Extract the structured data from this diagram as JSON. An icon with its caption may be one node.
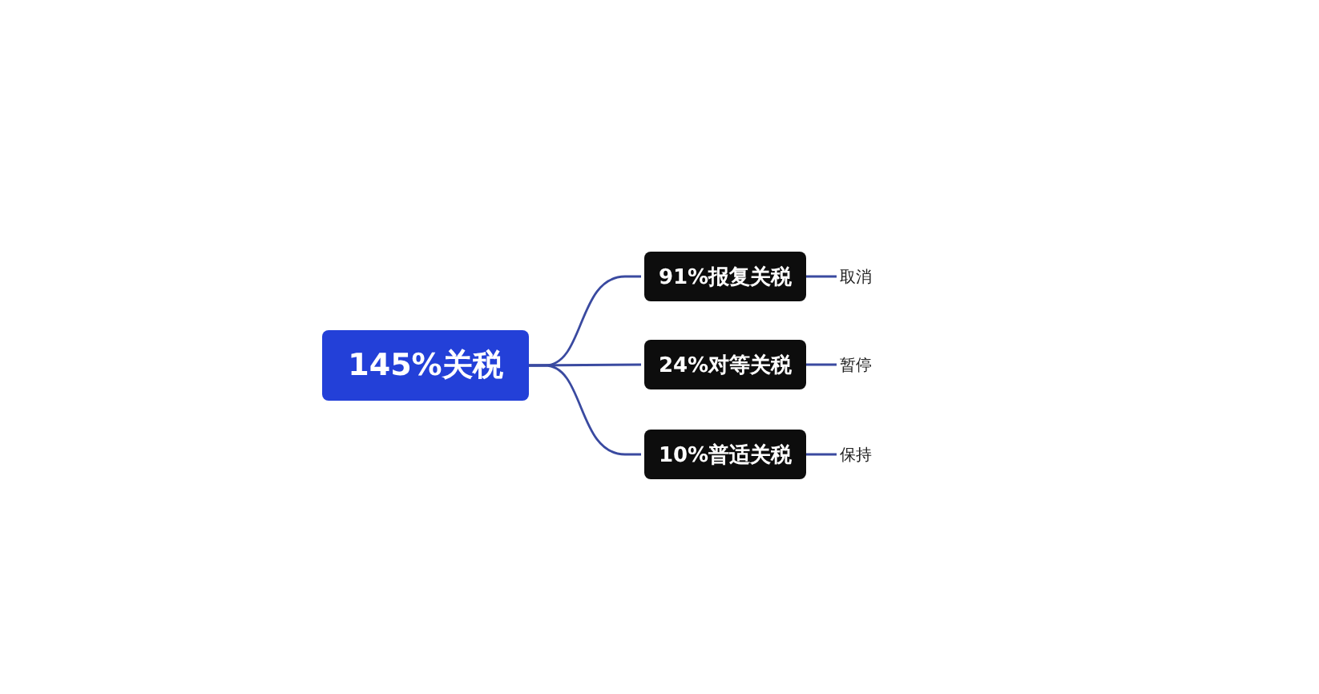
{
  "diagram": {
    "nodes": [
      {
        "text": [
          "145%关税"
        ]
      },
      {
        "text": [
          "91%报复关税"
        ]
      },
      {
        "text": [
          "24%对等关税"
        ]
      },
      {
        "text": [
          "10%普适关税"
        ]
      },
      {
        "text": [
          "取消"
        ]
      },
      {
        "text": [
          "暂停"
        ]
      },
      {
        "text": [
          "保持"
        ]
      }
    ],
    "edges": [
      {
        "from": 0,
        "to": 1,
        "arrow": "none"
      },
      {
        "from": 0,
        "to": 2,
        "arrow": "none"
      },
      {
        "from": 0,
        "to": 3,
        "arrow": "none"
      },
      {
        "from": 1,
        "to": 4,
        "arrow": "none"
      },
      {
        "from": 2,
        "to": 5,
        "arrow": "none"
      },
      {
        "from": 3,
        "to": 6,
        "arrow": "none"
      }
    ]
  }
}
